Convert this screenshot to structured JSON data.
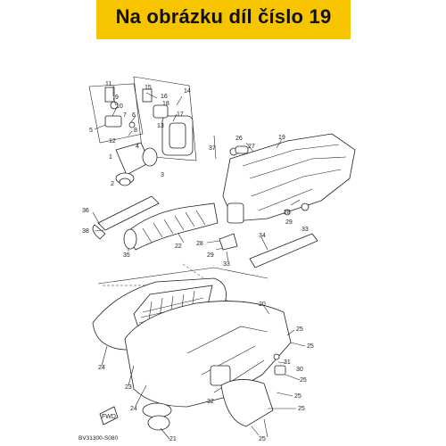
{
  "banner": {
    "text": "Na obrázku díl číslo 19",
    "color": "#f7c400"
  },
  "diagram": {
    "code": "BV31300-S080",
    "fwd_label": "FWD",
    "callouts": [
      "1",
      "2",
      "3",
      "4",
      "5",
      "6",
      "7",
      "8",
      "9",
      "10",
      "11",
      "12",
      "13",
      "14",
      "15",
      "16",
      "17",
      "18",
      "19",
      "20",
      "21",
      "22",
      "23",
      "24",
      "25",
      "26",
      "27",
      "28",
      "29",
      "30",
      "31",
      "32",
      "33",
      "34",
      "35",
      "36",
      "37",
      "38"
    ]
  }
}
